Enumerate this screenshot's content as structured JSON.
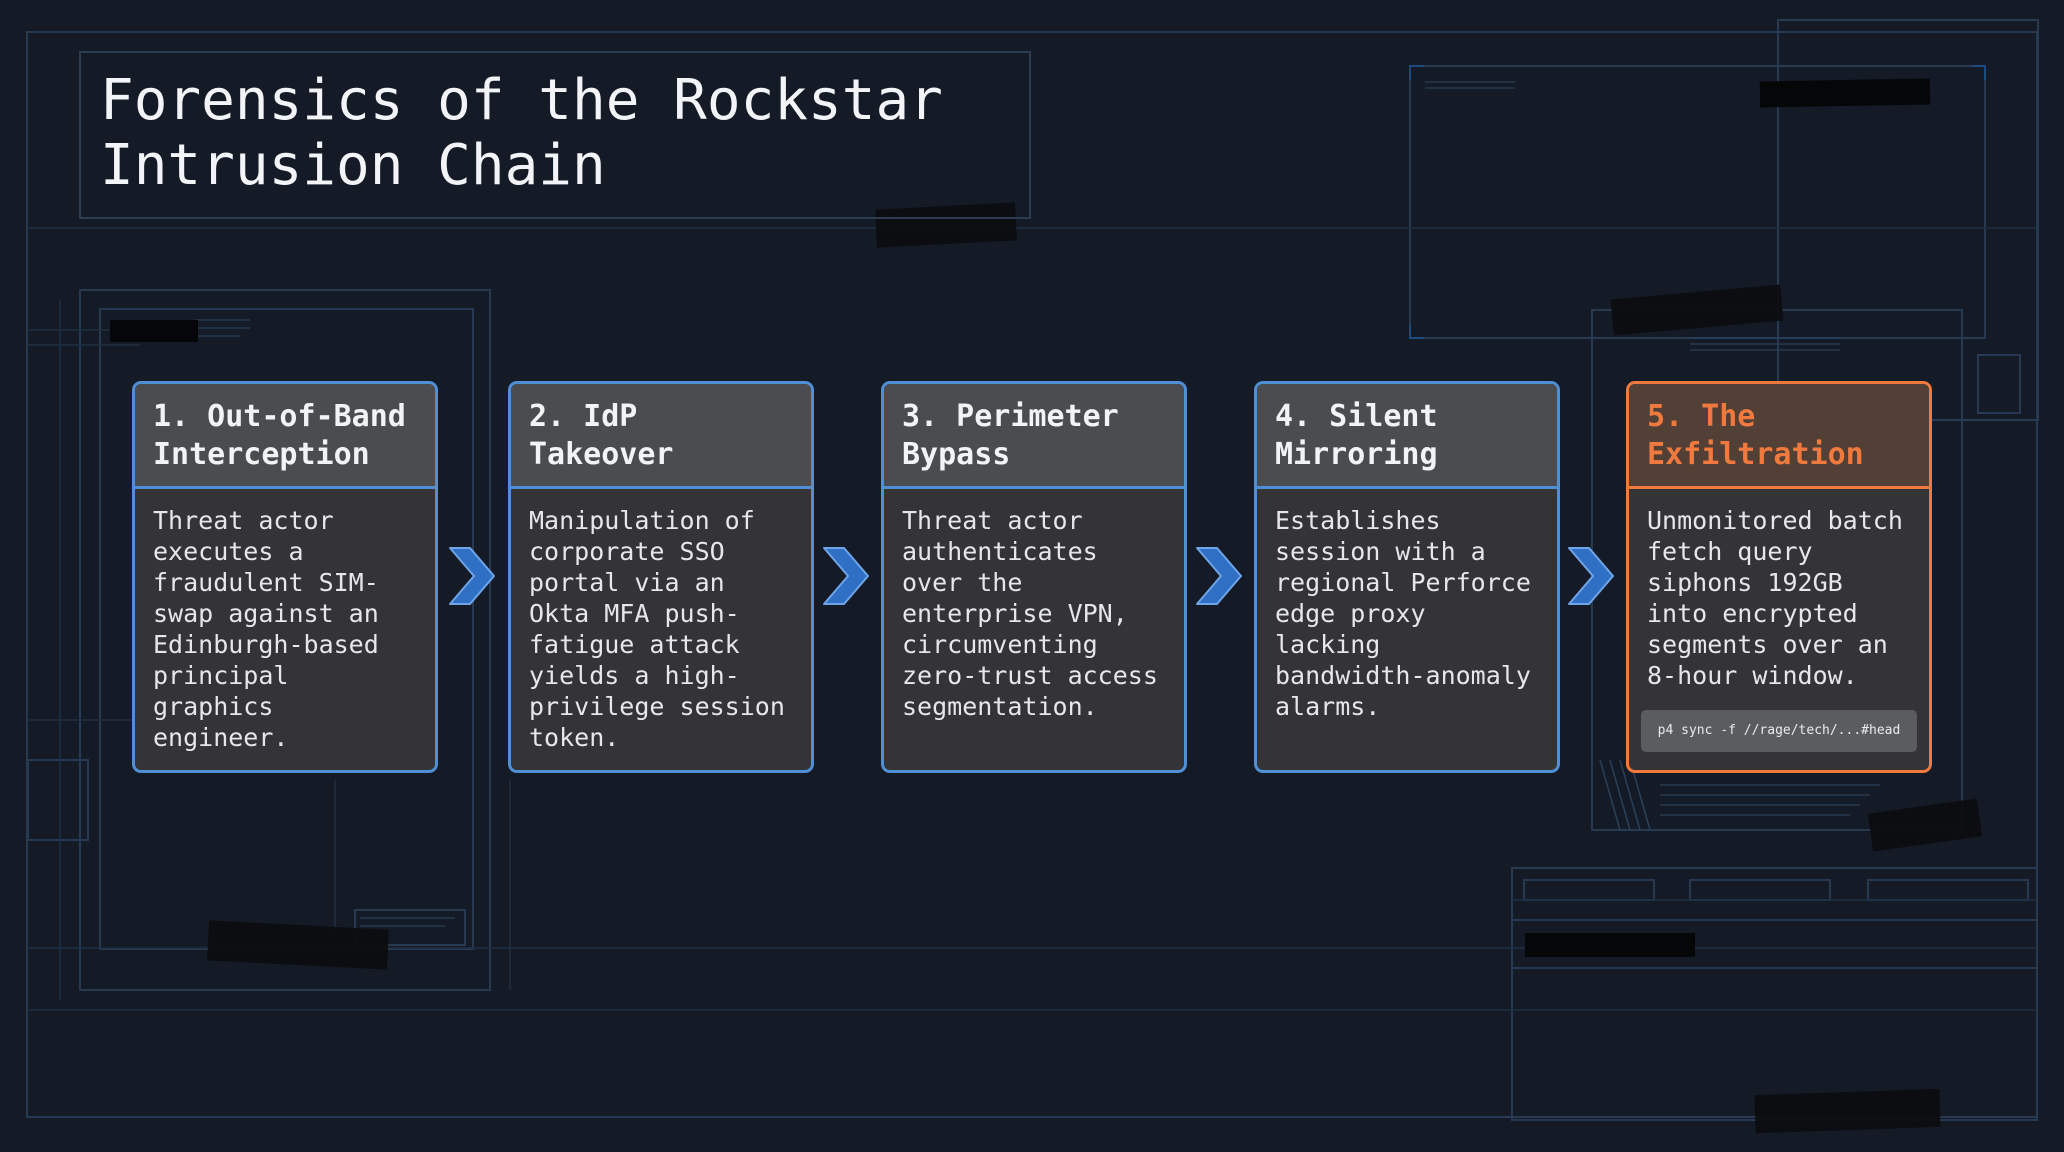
{
  "title": "Forensics of the Rockstar Intrusion Chain",
  "stages": [
    {
      "title": "1. Out-of-Band Interception",
      "body": "Threat actor executes a fraudulent SIM-swap against an Edinburgh-based principal graphics engineer."
    },
    {
      "title": "2. IdP Takeover",
      "body": "Manipulation of corporate SSO portal via an Okta MFA push-fatigue attack yields a high-privilege session token."
    },
    {
      "title": "3. Perimeter Bypass",
      "body": "Threat actor authenticates over the enterprise VPN, circumventing zero-trust access segmentation."
    },
    {
      "title": "4. Silent Mirroring",
      "body": "Establishes session with a regional Perforce edge proxy lacking bandwidth-anomaly alarms."
    },
    {
      "title": "5. The Exfiltration",
      "body": "Unmonitored batch fetch query siphons 192GB into encrypted segments over an 8-hour window.",
      "command": "p4 sync -f //rage/tech/...#head"
    }
  ],
  "icons": {
    "flow_arrow": "chevron-right-icon"
  },
  "colors": {
    "background": "#141b26",
    "card_border": "#4f8fd6",
    "highlight": "#f07a3e",
    "chevron": "#2f6fc4"
  }
}
